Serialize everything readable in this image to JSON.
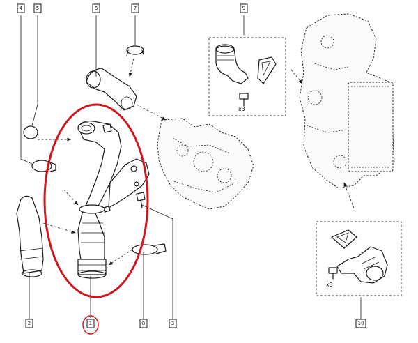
{
  "callouts": [
    {
      "id": "c4",
      "label": "4"
    },
    {
      "id": "c5",
      "label": "5"
    },
    {
      "id": "c6",
      "label": "6"
    },
    {
      "id": "c7",
      "label": "7"
    },
    {
      "id": "c9",
      "label": "9"
    },
    {
      "id": "c2",
      "label": "2"
    },
    {
      "id": "c1",
      "label": "1"
    },
    {
      "id": "c8",
      "label": "8"
    },
    {
      "id": "c3",
      "label": "3"
    },
    {
      "id": "c10",
      "label": "10"
    }
  ],
  "quantities": {
    "detail_top": "x3",
    "detail_bottom": "x3"
  },
  "colors": {
    "highlight": "#d0151b",
    "line": "#1a1a1a"
  }
}
